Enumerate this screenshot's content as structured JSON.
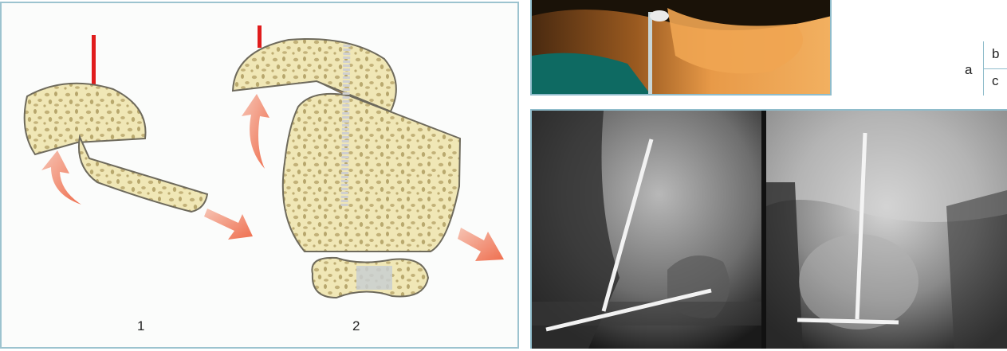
{
  "figure_a": {
    "stage_1": "1",
    "stage_2": "2"
  },
  "legend": {
    "a": "a",
    "b": "b",
    "c": "c"
  },
  "colors": {
    "bone_fill": "#f0e7b6",
    "bone_spots": "#bfae74",
    "bone_outline": "#6e6a5c",
    "arrow": "#f07a5c",
    "marker": "#e01c1c",
    "wedge": "#f2a64a",
    "frame": "#9cc3cf"
  }
}
